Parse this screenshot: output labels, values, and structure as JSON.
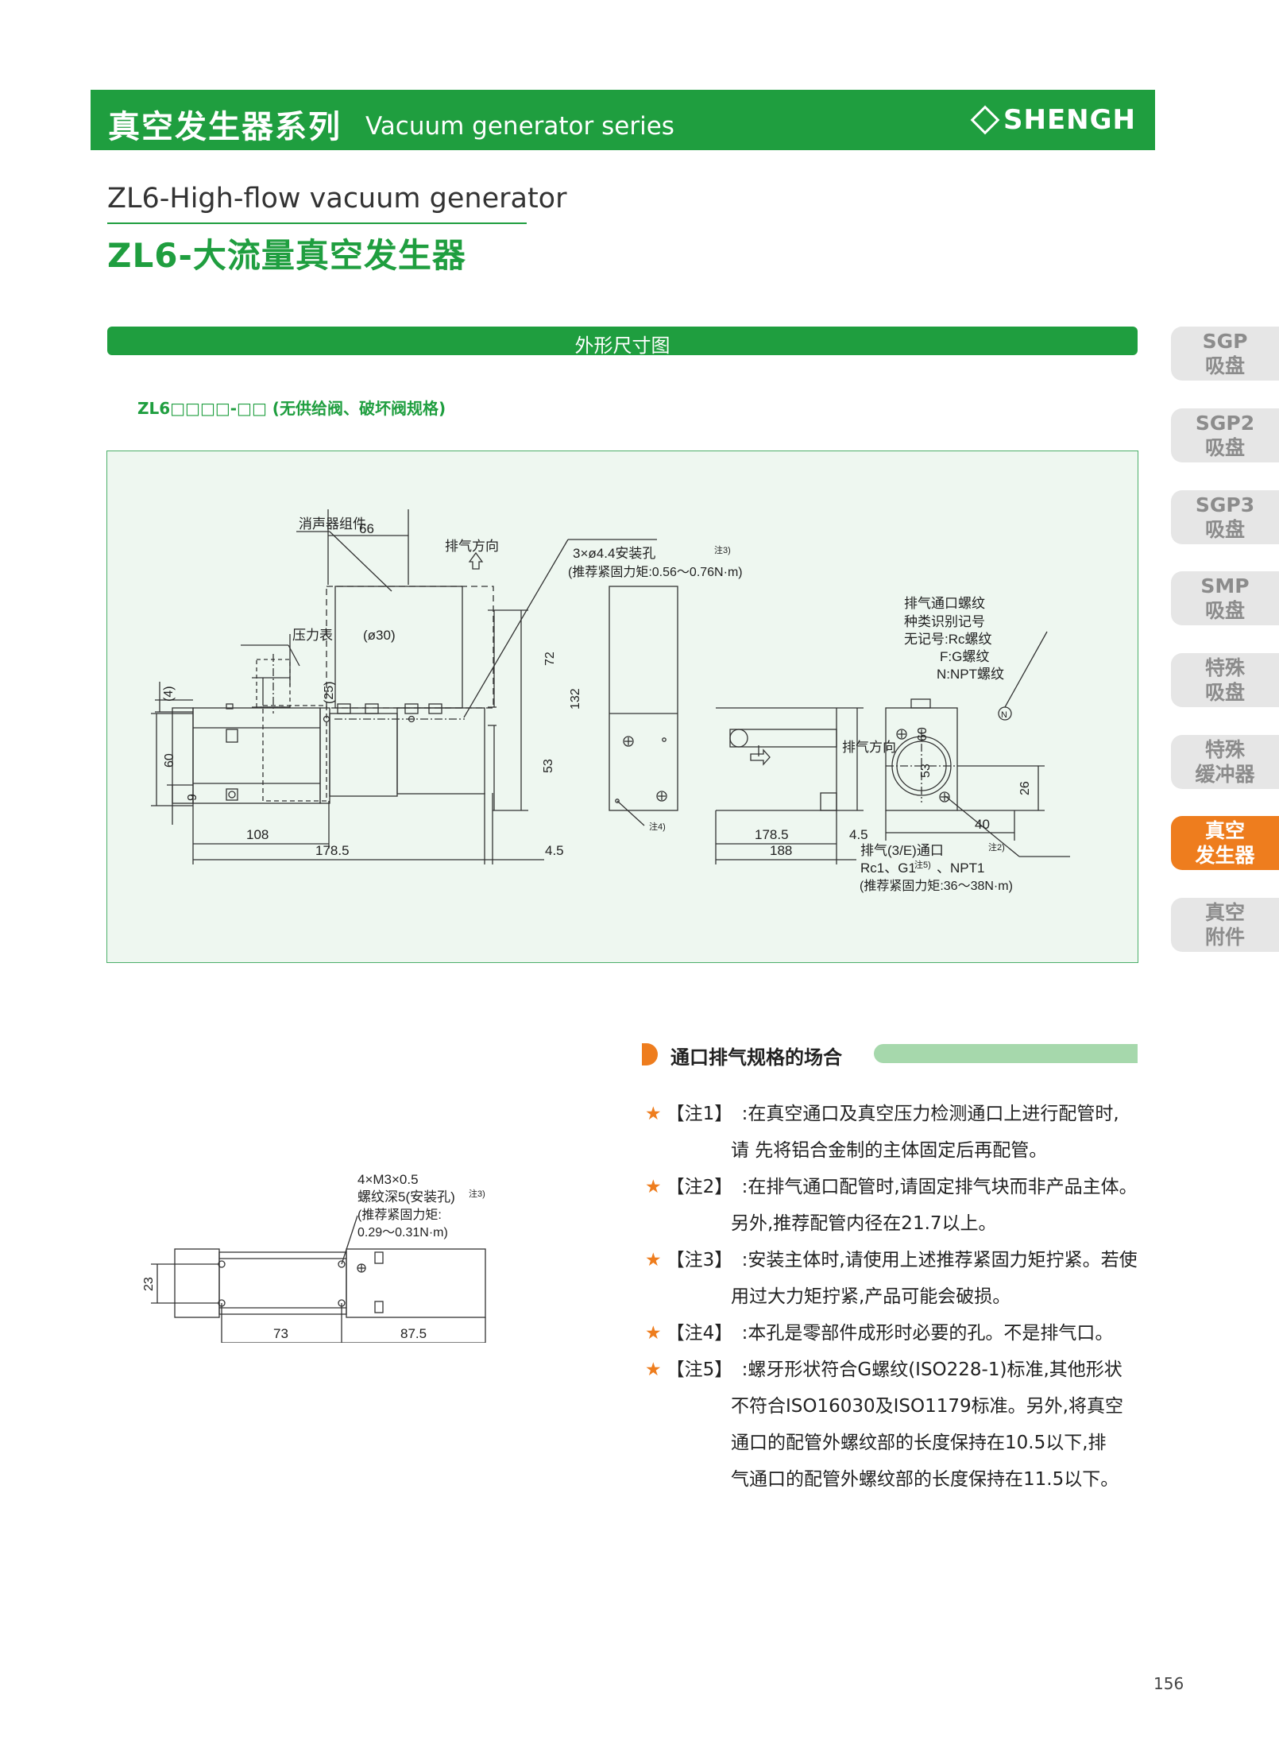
{
  "header": {
    "series_cn": "真空发生器系列",
    "series_en": "Vacuum generator series",
    "logo_text": "SHENGH"
  },
  "title": {
    "en": "ZL6-High-flow vacuum generator",
    "cn": "ZL6-大流量真空发生器"
  },
  "section": {
    "title": "外形尺寸图"
  },
  "model_label": "ZL6□□□□-□□ (无供给阀、破坏阀规格)",
  "sidebar": {
    "tabs": [
      {
        "line1": "SGP",
        "line2": "吸盘"
      },
      {
        "line1": "SGP2",
        "line2": "吸盘"
      },
      {
        "line1": "SGP3",
        "line2": "吸盘"
      },
      {
        "line1": "SMP",
        "line2": "吸盘"
      },
      {
        "line1": "特殊",
        "line2": "吸盘"
      },
      {
        "line1": "特殊",
        "line2": "缓冲器"
      },
      {
        "line1": "真空",
        "line2": "发生器"
      },
      {
        "line1": "真空",
        "line2": "附件"
      }
    ]
  },
  "drawing": {
    "muffler": "消声器组件",
    "dim_66": "66",
    "exhaust_dir": "排气方向",
    "mount_holes": "3×ø4.4安装孔",
    "note3": "注3)",
    "torque1": "(推荐紧固力矩:0.56～0.76N·m)",
    "gauge": "压力表",
    "phi30": "(ø30)",
    "dim_4": "(4)",
    "dim_25": "(25)",
    "dim_72": "72",
    "dim_132": "132",
    "dim_60": "60",
    "dim_53": "53",
    "dim_9": "9",
    "dim_108": "108",
    "dim_178_5": "178.5",
    "dim_4_5": "4.5",
    "note4": "注4)",
    "dim_188": "188",
    "port_thread": "排气通口螺纹",
    "id_mark": "种类识别记号",
    "no_mark": "无记号:Rc螺纹",
    "f_mark": "F:G螺纹",
    "n_mark": "N:NPT螺纹",
    "n_letter": "N",
    "exhaust_port": "排气(3/E)通口",
    "note2": "注2)",
    "port_types": "Rc1、G1",
    "note5": "注5)",
    "npt1": "、NPT1",
    "torque2": "(推荐紧固力矩:36～38N·m)",
    "dim_26": "26",
    "dim_40": "40",
    "bottom_m3": "4×M3×0.5",
    "bottom_depth": "螺纹深5(安装孔)",
    "torque3_a": "(推荐紧固力矩:",
    "torque3_b": "0.29～0.31N·m)",
    "dim_23": "23",
    "dim_73": "73",
    "dim_87_5": "87.5"
  },
  "notes": {
    "heading": "通口排气规格的场合",
    "items": [
      {
        "tag": "【注1】",
        "lines": [
          ":在真空通口及真空压力检测通口上进行配管时,",
          "请 先将铝合金制的主体固定后再配管。"
        ]
      },
      {
        "tag": "【注2】",
        "lines": [
          ":在排气通口配管时,请固定排气块而非产品主体。",
          "另外,推荐配管内径在21.7以上。"
        ]
      },
      {
        "tag": "【注3】",
        "lines": [
          ":安装主体时,请使用上述推荐紧固力矩拧紧。若使",
          "用过大力矩拧紧,产品可能会破损。"
        ]
      },
      {
        "tag": "【注4】",
        "lines": [
          ":本孔是零部件成形时必要的孔。不是排气口。"
        ]
      },
      {
        "tag": "【注5】",
        "lines": [
          ":螺牙形状符合G螺纹(ISO228-1)标准,其他形状",
          "不符合ISO16030及ISO1179标准。另外,将真空",
          "通口的配管外螺纹部的长度保持在10.5以下,排",
          "气通口的配管外螺纹部的长度保持在11.5以下。"
        ]
      }
    ]
  },
  "page_number": "156",
  "colors": {
    "brand_green": "#1f9e3f",
    "accent_orange": "#ee7d1e",
    "light_green": "#a6d8ac",
    "drawing_bg": "#eef7f0"
  }
}
